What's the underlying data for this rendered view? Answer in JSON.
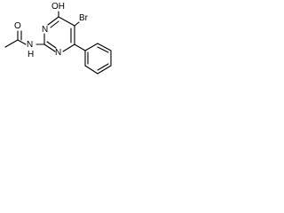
{
  "molecule": {
    "labels": {
      "oh": "OH",
      "br": "Br",
      "n_upper": "N",
      "n_lower": "N",
      "nh": "N",
      "h": "H",
      "o": "O"
    }
  }
}
